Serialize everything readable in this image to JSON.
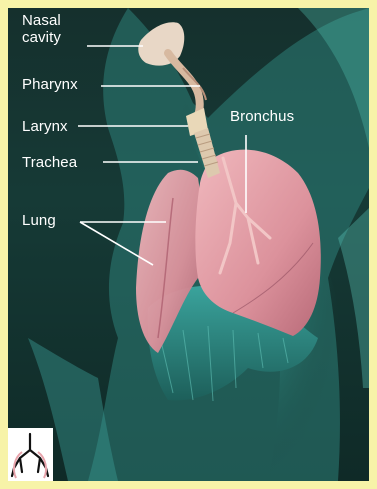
{
  "labels": {
    "nasal_cavity": "Nasal\ncavity",
    "pharynx": "Pharynx",
    "larynx": "Larynx",
    "trachea": "Trachea",
    "lung": "Lung",
    "bronchus": "Bronchus"
  },
  "colors": {
    "background": "#f7f3a8",
    "body_glow": "#4fbfb0",
    "lung": "#e7a3ab",
    "lung_shadow": "#b96a78",
    "diaphragm": "#2f8b86",
    "airway": "#e8d9c3",
    "label_text": "#ffffff"
  },
  "icons": {
    "thumbnail": "lungs-thumbnail-icon"
  }
}
